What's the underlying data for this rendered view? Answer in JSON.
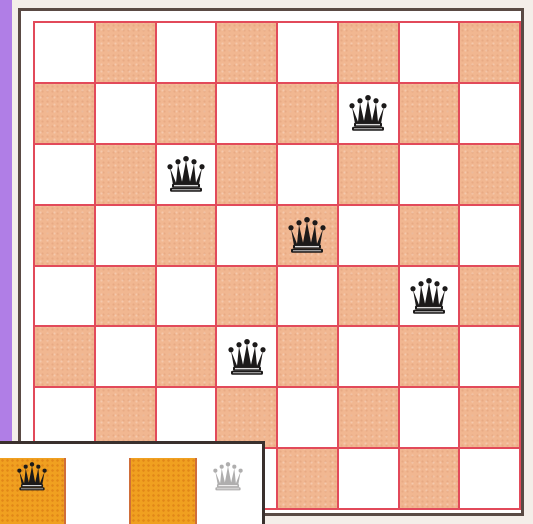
{
  "board": {
    "rows": 8,
    "cols": 8,
    "top_left_light": true,
    "queens": [
      {
        "row": 1,
        "col": 5
      },
      {
        "row": 2,
        "col": 2
      },
      {
        "row": 3,
        "col": 4
      },
      {
        "row": 4,
        "col": 6
      },
      {
        "row": 5,
        "col": 3
      }
    ],
    "colors": {
      "light": "#ffffff",
      "dark": "#f1b791",
      "grid": "#e24a5a"
    }
  },
  "inset": {
    "cells": [
      {
        "color": "orange",
        "queen": true,
        "queen_faded": false
      },
      {
        "color": "white",
        "queen": false,
        "queen_faded": false
      },
      {
        "color": "orange",
        "queen": false,
        "queen_faded": false
      },
      {
        "color": "white",
        "queen": true,
        "queen_faded": true
      }
    ]
  },
  "background_color": "#b07ee6"
}
